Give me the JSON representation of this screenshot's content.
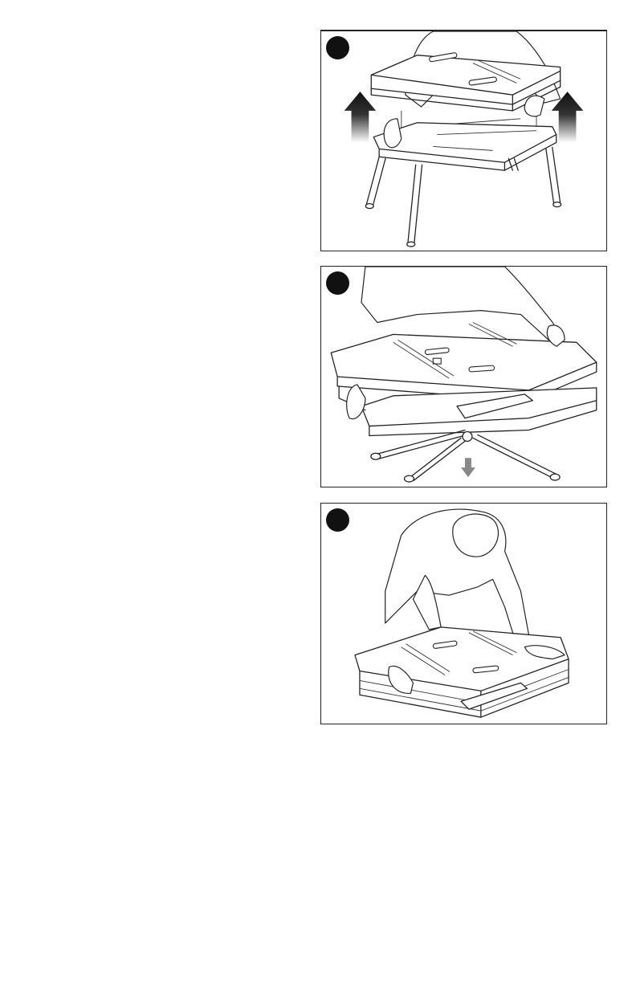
{
  "steps": [
    {
      "illustration": "lift-workbench-top-illustration",
      "arrows": [
        "up-arrow-icon",
        "up-arrow-icon"
      ]
    },
    {
      "illustration": "fold-legs-illustration",
      "arrows": [
        "down-arrow-icon"
      ]
    },
    {
      "illustration": "folded-workbench-illustration",
      "arrows": []
    }
  ],
  "colors": {
    "line": "#222222",
    "badge": "#111111",
    "arrow_dark": "#111111",
    "arrow_gray": "#888888"
  }
}
